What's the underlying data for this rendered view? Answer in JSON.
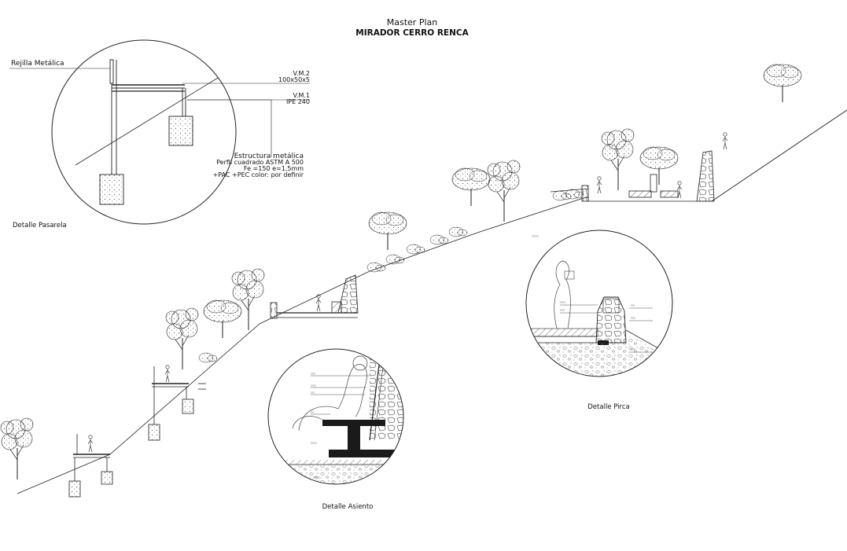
{
  "title": {
    "line1": "Master Plan",
    "line2": "MIRADOR CERRO RENCA"
  },
  "pasarela": {
    "caption": "Detalle  Pasarela",
    "callout_rejilla": "Rejilla Metálica",
    "vm2_name": "V.M.2",
    "vm2_size": "100x50x5",
    "vm1_name": "V.M.1",
    "vm1_size": "IPE 240",
    "spec_title": "Estructura metálica",
    "spec_line1": "Perfil cuadrado ASTM A 500",
    "spec_line2": "Fe      =150   e=1,5mm",
    "spec_line3": "+PAC    +PEC  color: por definir"
  },
  "asiento": {
    "caption": "Detalle Asiento"
  },
  "pirca": {
    "caption": "Detalle Pirca"
  },
  "colors": {
    "ink": "#111111",
    "paper": "#ffffff",
    "fill_dark": "#1a1a1a"
  }
}
